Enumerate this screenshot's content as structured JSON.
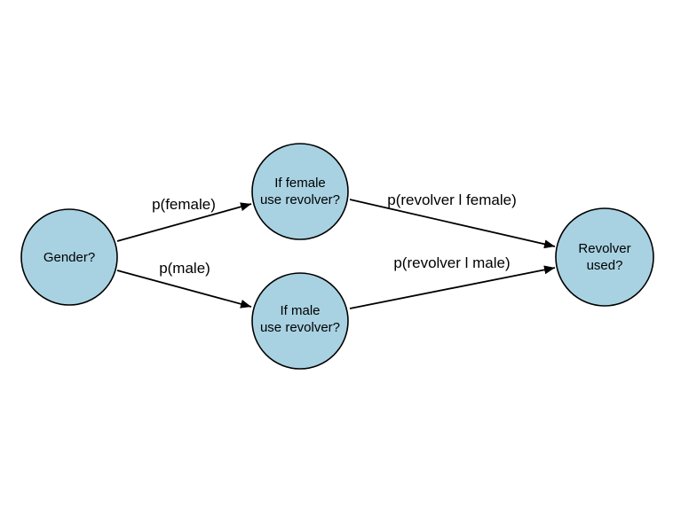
{
  "diagram": {
    "nodes": {
      "gender": {
        "line1": "Gender?",
        "line2": ""
      },
      "female": {
        "line1": "If female",
        "line2": "use revolver?"
      },
      "male": {
        "line1": "If male",
        "line2": "use revolver?"
      },
      "revolver": {
        "line1": "Revolver",
        "line2": "used?"
      }
    },
    "edges": {
      "p_female": "p(female)",
      "p_male": "p(male)",
      "p_rev_female": "p(revolver l female)",
      "p_rev_male": "p(revolver l male)"
    },
    "colors": {
      "node_fill": "#a8d2e2",
      "stroke": "#000000"
    }
  }
}
